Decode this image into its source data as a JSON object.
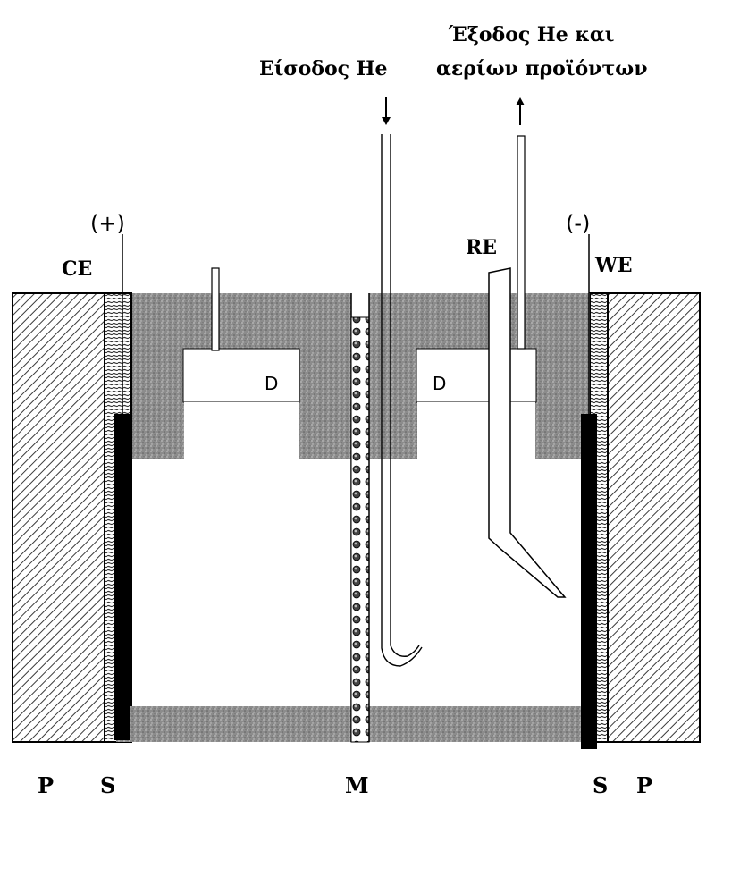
{
  "labels": {
    "inlet": "Είσοδος He",
    "outlet_line1": "Έξοδος He και",
    "outlet_line2": "αερίων προϊόντων",
    "ce": "CE",
    "we": "WE",
    "re": "RE",
    "plus": "(+)",
    "minus": "(-)",
    "d_left": "D",
    "d_right": "D",
    "p_left": "P",
    "s_left": "S",
    "m": "M",
    "s_right": "S",
    "p_right": "P"
  },
  "colors": {
    "ink": "#000000",
    "block_fill": "#8c8c8c",
    "hatch": "#3a3a3a",
    "paper": "#ffffff"
  }
}
